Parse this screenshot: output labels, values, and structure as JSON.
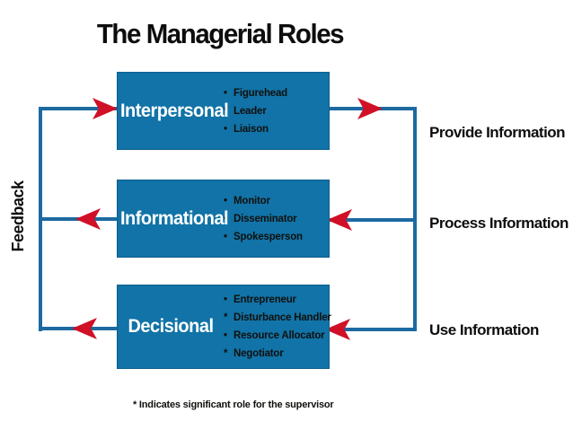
{
  "title": "The Managerial Roles",
  "feedback_label": "Feedback",
  "colors": {
    "box_blue": "#1173a7",
    "line_blue": "#1c6aa0",
    "arrow_red": "#d01026",
    "text_black": "#0d0d0d",
    "box_label_white": "#ffffff"
  },
  "boxes": [
    {
      "label": "Interpersonal",
      "items": [
        {
          "marker": "•",
          "text": "Figurehead"
        },
        {
          "marker": "*",
          "text": "Leader"
        },
        {
          "marker": "•",
          "text": "Liaison"
        }
      ]
    },
    {
      "label": "Informational",
      "items": [
        {
          "marker": "•",
          "text": "Monitor"
        },
        {
          "marker": "•",
          "text": "Disseminator"
        },
        {
          "marker": "•",
          "text": "Spokesperson"
        }
      ]
    },
    {
      "label": "Decisional",
      "items": [
        {
          "marker": "•",
          "text": "Entrepreneur"
        },
        {
          "marker": "*",
          "text": "Disturbance Handler"
        },
        {
          "marker": "•",
          "text": "Resource Allocator"
        },
        {
          "marker": "*",
          "text": "Negotiator"
        }
      ]
    }
  ],
  "right_labels": [
    "Provide Information",
    "Process Information",
    "Use Information"
  ],
  "footnote": "* Indicates significant role for the supervisor"
}
